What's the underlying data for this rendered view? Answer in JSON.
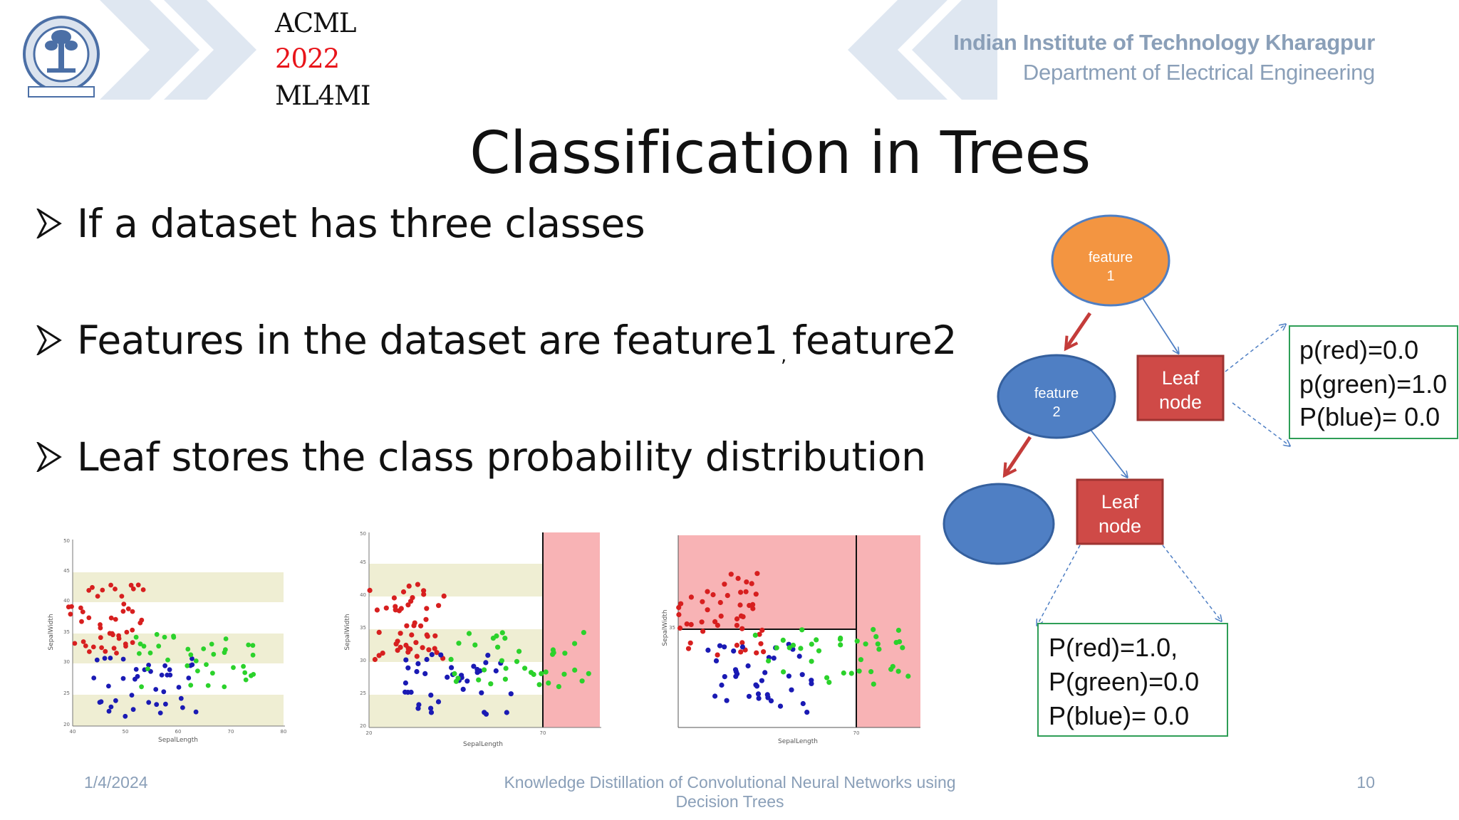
{
  "header": {
    "conference": [
      "ACML",
      "2022",
      "ML4MI"
    ],
    "institute": "Indian Institute of Technology Kharagpur",
    "department": "Department of Electrical Engineering"
  },
  "slide": {
    "title": "Classification in Trees",
    "bullets": [
      "If a dataset has three classes",
      {
        "part1": "Features in the dataset are feature1",
        "sub": ",",
        "part2": "feature2"
      },
      "Leaf stores the class probability distribution"
    ]
  },
  "tree": {
    "root_label": [
      "feature",
      "1"
    ],
    "child_label": [
      "feature",
      "2"
    ],
    "leaf_label": [
      "Leaf",
      "node"
    ],
    "dist_right": [
      "p(red)=0.0",
      "p(green)=1.0",
      "P(blue)= 0.0"
    ],
    "dist_bottom": [
      "P(red)=1.0,",
      "P(green)=0.0",
      "P(blue)= 0.0"
    ]
  },
  "colors": {
    "root": "#f39541",
    "node": "#4f7fc4",
    "leaf": "#cf4a47",
    "arrow_red": "#c43c3a",
    "dist_border": "#2e9e56",
    "red_class": "#d71f1f",
    "green_class": "#2bd22b",
    "blue_class": "#1a1ab4"
  },
  "plots": {
    "xlabel": "SepalLength",
    "ylabel": "SepalWidth",
    "plot1_xticks": [
      "40",
      "50",
      "60",
      "70",
      "80"
    ],
    "plot1_yticks": [
      "50",
      "45",
      "40",
      "35",
      "30",
      "25",
      "20"
    ],
    "plot2_xticks": [
      "20",
      "70"
    ],
    "plot2_yticks": [
      "50",
      "45",
      "40",
      "35",
      "30",
      "25",
      "20"
    ],
    "plot3_xticks": [
      "70"
    ],
    "plot3_yticks": [
      "35"
    ]
  },
  "footer": {
    "date": "1/4/2024",
    "title": "Knowledge Distillation of Convolutional Neural Networks using Decision Trees",
    "page": "10"
  }
}
